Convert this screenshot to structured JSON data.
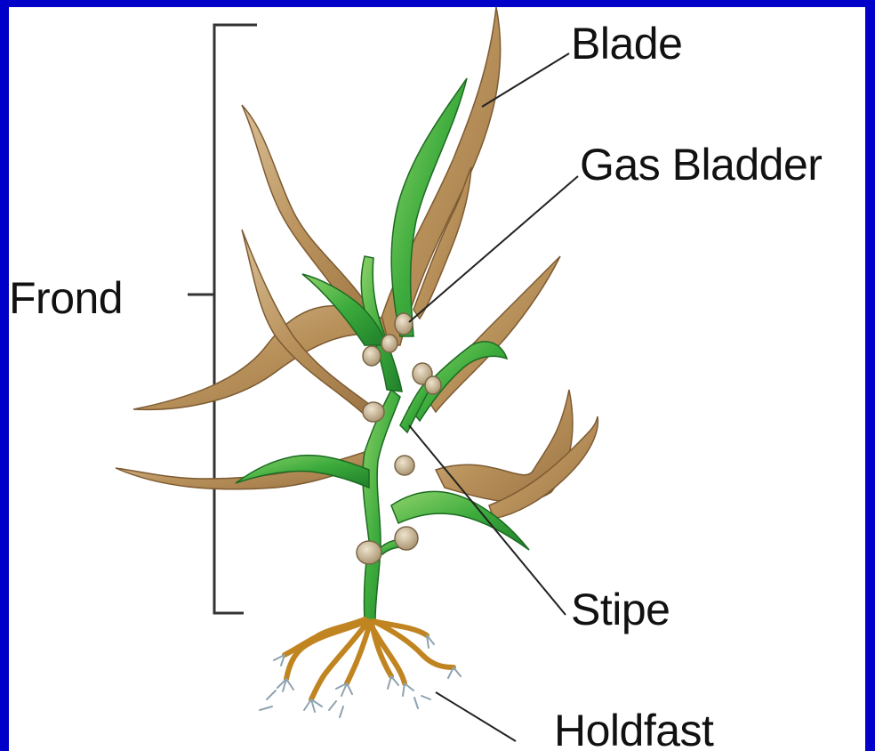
{
  "labels": {
    "blade": "Blade",
    "gas_bladder": "Gas Bladder",
    "frond": "Frond",
    "stipe": "Stipe",
    "holdfast": "Holdfast"
  },
  "colors": {
    "border": "#0000c8",
    "background": "#ffffff",
    "blade_brown": "#c4a477",
    "stipe_green": "#3aa83a",
    "bladder_tan": "#c9b596",
    "holdfast_gold": "#d9a23a",
    "line": "#222222"
  }
}
